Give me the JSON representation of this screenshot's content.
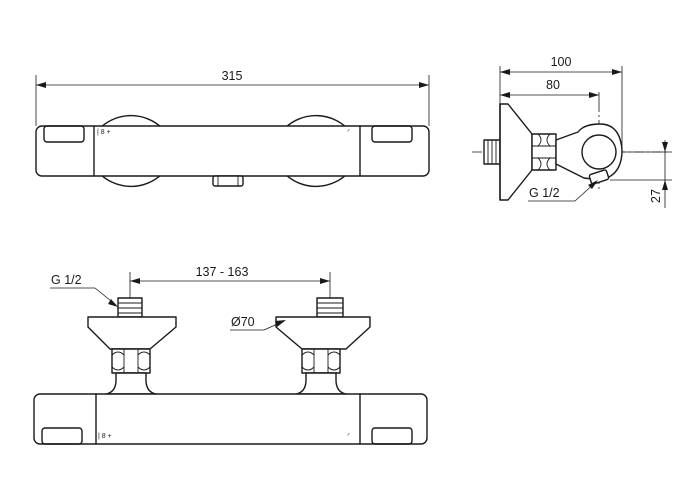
{
  "dimensions": {
    "overall_length": "315",
    "depth_total": "100",
    "depth_body": "80",
    "thread_side": "G 1/2",
    "offset_height": "27",
    "thread_front": "G 1/2",
    "center_distance": "137 - 163",
    "rosette_diameter": "Ø70"
  },
  "markings": {
    "temp_symbol_top": "| 8 +",
    "temp_symbol_bottom": "| 8 +"
  }
}
